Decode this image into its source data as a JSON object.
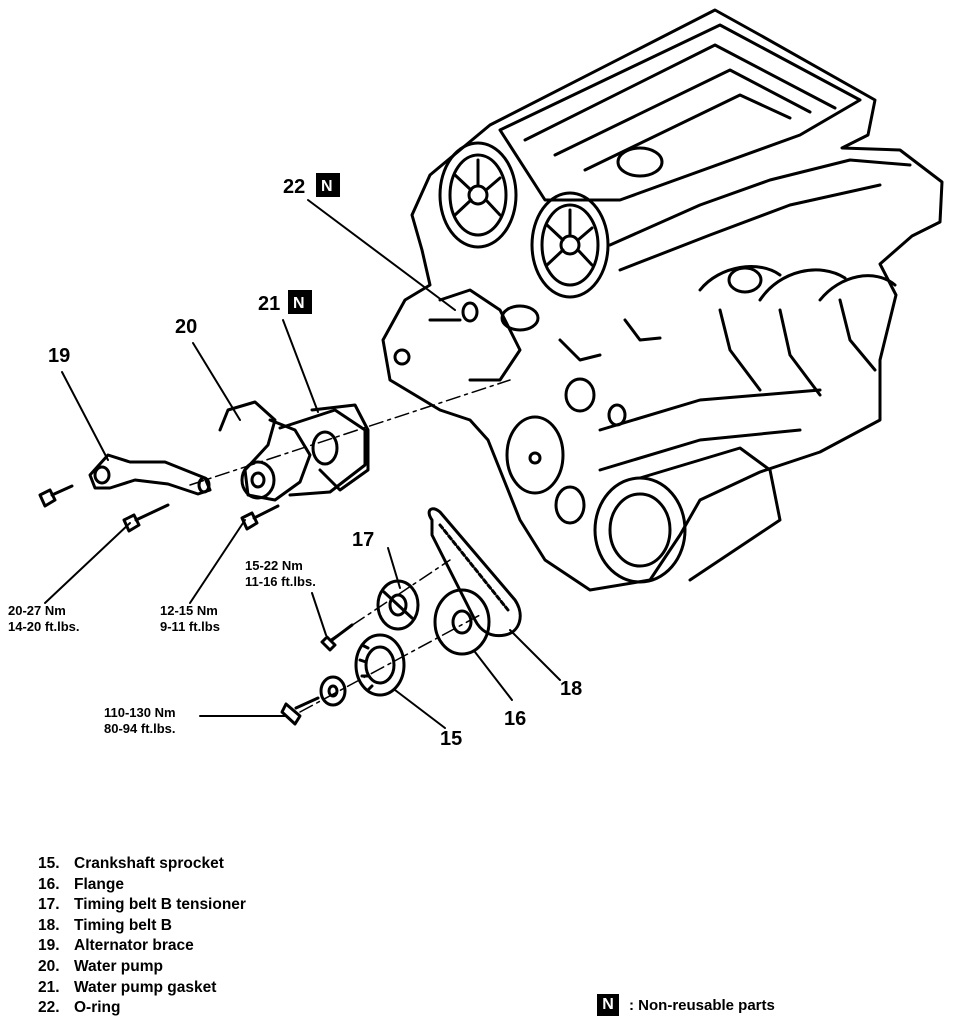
{
  "callouts": {
    "c15": "15",
    "c16": "16",
    "c17": "17",
    "c18": "18",
    "c19": "19",
    "c20": "20",
    "c21": "21",
    "c22": "22"
  },
  "badge_letter": "N",
  "torque": {
    "t1_line1": "20-27 Nm",
    "t1_line2": "14-20 ft.lbs.",
    "t2_line1": "12-15 Nm",
    "t2_line2": "9-11 ft.lbs",
    "t3_line1": "15-22 Nm",
    "t3_line2": "11-16 ft.lbs.",
    "t4_line1": "110-130 Nm",
    "t4_line2": "80-94 ft.lbs."
  },
  "legend": [
    {
      "num": "15.",
      "label": "Crankshaft sprocket"
    },
    {
      "num": "16.",
      "label": "Flange"
    },
    {
      "num": "17.",
      "label": "Timing belt B tensioner"
    },
    {
      "num": "18.",
      "label": "Timing belt B"
    },
    {
      "num": "19.",
      "label": "Alternator brace"
    },
    {
      "num": "20.",
      "label": "Water pump"
    },
    {
      "num": "21.",
      "label": "Water pump gasket"
    },
    {
      "num": "22.",
      "label": "O-ring"
    }
  ],
  "key": {
    "letter": "N",
    "text": ": Non-reusable  parts"
  }
}
